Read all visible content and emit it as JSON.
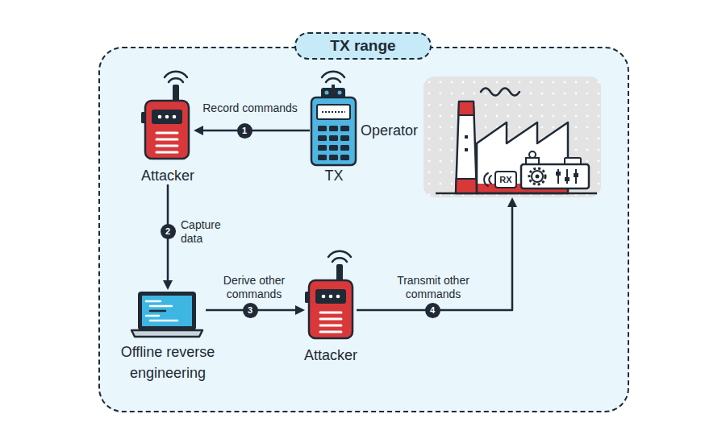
{
  "diagram": {
    "nodes": [
      {
        "text": [
          "TX range"
        ]
      },
      {
        "text": [
          "Attacker"
        ],
        "in": 0
      },
      {
        "text": [
          "TX",
          "Operator"
        ],
        "in": 0
      },
      {
        "text": [
          "RX"
        ],
        "in": 0
      },
      {
        "text": [
          "Offline reverse engineering"
        ],
        "in": 0
      },
      {
        "text": [
          "Attacker"
        ],
        "in": 0
      }
    ],
    "edges": [
      {
        "from": 2,
        "to": 1,
        "arrow": "to",
        "label": "Record commands"
      },
      {
        "from": 1,
        "to": 4,
        "arrow": "to",
        "label": "Capture data"
      },
      {
        "from": 4,
        "to": 5,
        "arrow": "to",
        "label": "Derive other commands"
      },
      {
        "from": 5,
        "to": 3,
        "arrow": "to",
        "label": "Transmit other commands"
      }
    ],
    "labels": [
      "1",
      "2",
      "3",
      "4"
    ]
  }
}
